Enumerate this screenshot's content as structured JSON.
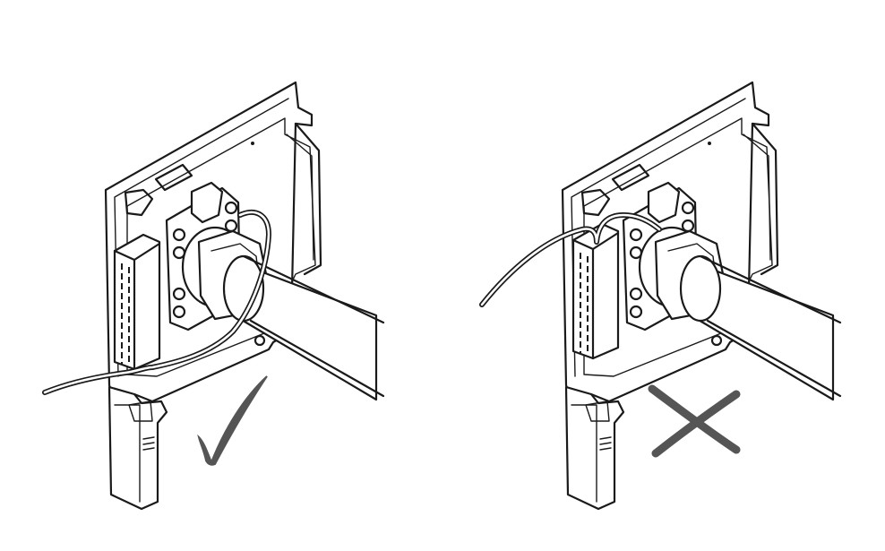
{
  "panels": [
    {
      "id": "left",
      "verdict": "correct",
      "symbol": "check-mark-icon"
    },
    {
      "id": "right",
      "verdict": "incorrect",
      "symbol": "cross-mark-icon"
    }
  ],
  "colors": {
    "line": "#1a1a1a",
    "background": "#ffffff",
    "mark": "#555555"
  }
}
